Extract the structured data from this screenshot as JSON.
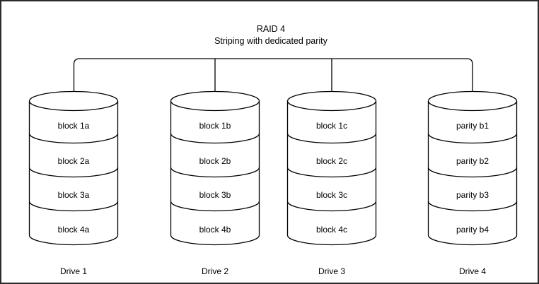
{
  "title": {
    "line1": "RAID 4",
    "line2": "Striping with dedicated parity"
  },
  "drives": [
    {
      "name": "Drive 1",
      "blocks": [
        "block 1a",
        "block 2a",
        "block 3a",
        "block 4a"
      ]
    },
    {
      "name": "Drive 2",
      "blocks": [
        "block 1b",
        "block 2b",
        "block 3b",
        "block 4b"
      ]
    },
    {
      "name": "Drive 3",
      "blocks": [
        "block 1c",
        "block 2c",
        "block 3c",
        "block 4c"
      ]
    },
    {
      "name": "Drive 4",
      "blocks": [
        "parity b1",
        "parity b2",
        "parity b3",
        "parity b4"
      ]
    }
  ],
  "colors": {
    "line": "#000000",
    "cylinder_fill": "#ffffff",
    "background": "#ffffff"
  }
}
